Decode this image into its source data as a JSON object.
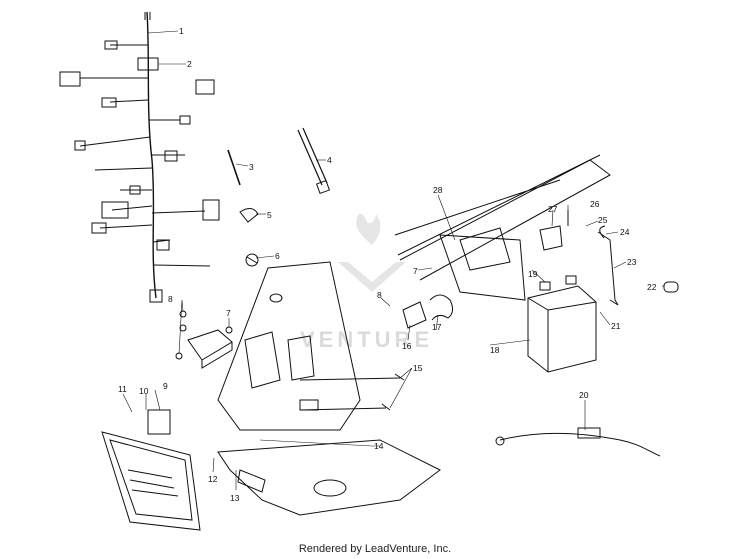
{
  "watermark": {
    "logo_text": "VENTURE"
  },
  "footer": {
    "text": "Rendered by LeadVenture, Inc."
  },
  "callouts": {
    "c1": "1",
    "c2": "2",
    "c3": "3",
    "c4": "4",
    "c5": "5",
    "c6": "6",
    "c7a": "7",
    "c7b": "7",
    "c8a": "8",
    "c8b": "8",
    "c9": "9",
    "c10": "10",
    "c11": "11",
    "c12": "12",
    "c13": "13",
    "c14": "14",
    "c15": "15",
    "c16": "16",
    "c17": "17",
    "c18": "18",
    "c19": "19",
    "c20": "20",
    "c21": "21",
    "c22": "22",
    "c23": "23",
    "c24": "24",
    "c25": "25",
    "c26": "26",
    "c27": "27",
    "c28": "28"
  }
}
